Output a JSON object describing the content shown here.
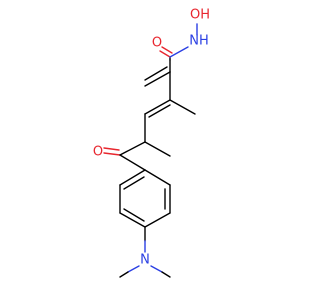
{
  "colors": {
    "background": "#ffffff",
    "bond": "#000000",
    "oxygen": "#e8262e",
    "nitrogen": "#2a3fe3"
  },
  "atoms": {
    "carbonyl_o_top": "O",
    "amide_nh": "NH",
    "hydroxyl_oh": "OH",
    "ketone_o": "O",
    "dimethylamino_n": "N"
  }
}
